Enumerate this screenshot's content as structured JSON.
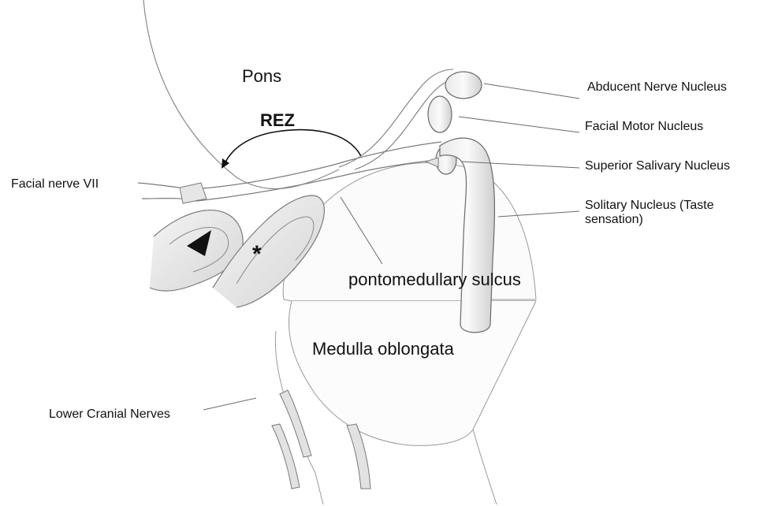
{
  "labels": {
    "pons": "Pons",
    "rez": "REZ",
    "facial_nerve": "Facial nerve VII",
    "abducent": "Abducent Nerve Nucleus",
    "facial_motor": "Facial Motor Nucleus",
    "superior_salivary": "Superior Salivary Nucleus",
    "solitary": "Solitary Nucleus (Taste sensation)",
    "pontomedullary": "pontomedullary sulcus",
    "medulla": "Medulla oblongata",
    "lower_cranial": "Lower Cranial Nerves"
  },
  "markers": {
    "asterisk": "*"
  },
  "colors": {
    "ink": "#111111",
    "pencil": "#7a7a7a",
    "shade": "#dcdcdc"
  }
}
